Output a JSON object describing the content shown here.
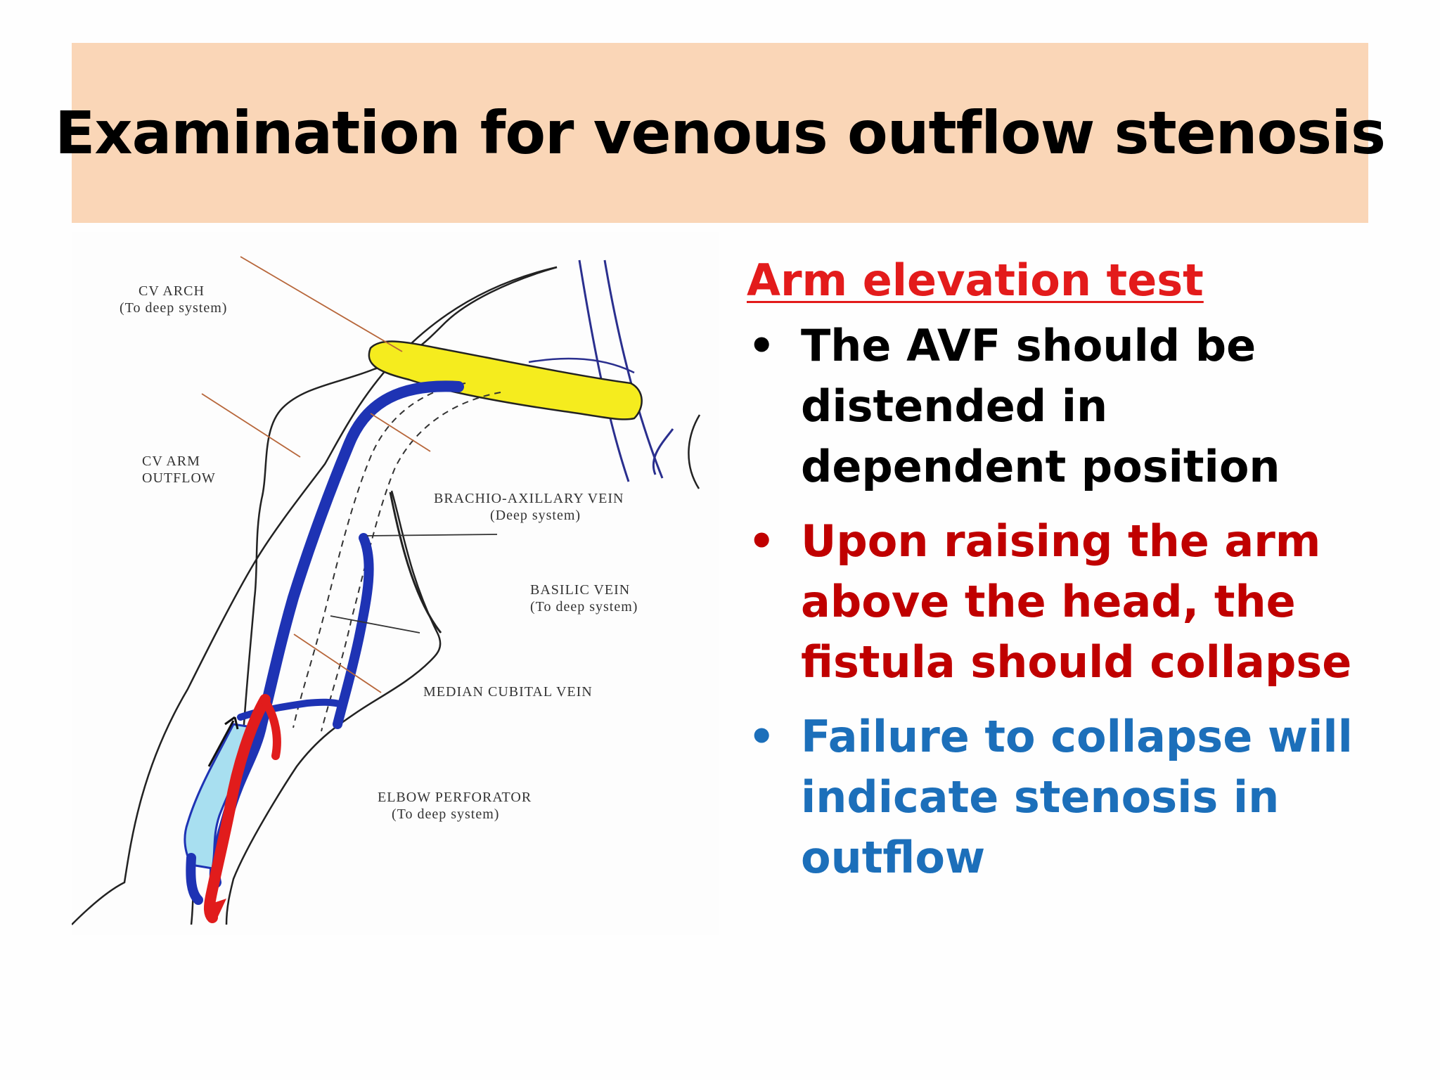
{
  "slide": {
    "title": "Examination for venous outflow stenosis"
  },
  "diagram": {
    "labels": {
      "cv_arch": "CV ARCH",
      "cv_arch_sub": "(To deep system)",
      "cv_arm": "CV ARM",
      "cv_arm_outflow": "OUTFLOW",
      "brachio_axillary": "BRACHIO-AXILLARY VEIN",
      "brachio_sub": "(Deep system)",
      "basilic": "BASILIC VEIN",
      "basilic_sub": "(To deep system)",
      "median_cubital": "MEDIAN CUBITAL VEIN",
      "elbow_perforator": "ELBOW PERFORATOR",
      "elbow_sub": "(To deep system)"
    },
    "colors": {
      "cephalic_vein": "#1e33b4",
      "arch": "#f5ec1e",
      "artery": "#e11c1c",
      "light_vein": "#a8dff0",
      "outline": "#222222"
    }
  },
  "content": {
    "heading": "Arm elevation test",
    "heading_color": "#e31b1b",
    "bullets": [
      {
        "text": "The AVF should be distended in dependent position",
        "color": "#000000"
      },
      {
        "text": "Upon raising the arm above the head, the fistula should collapse",
        "color": "#c00000"
      },
      {
        "text": "Failure to collapse will indicate stenosis in outflow",
        "color": "#1c6fba"
      }
    ],
    "bullet_glyph": "•"
  }
}
